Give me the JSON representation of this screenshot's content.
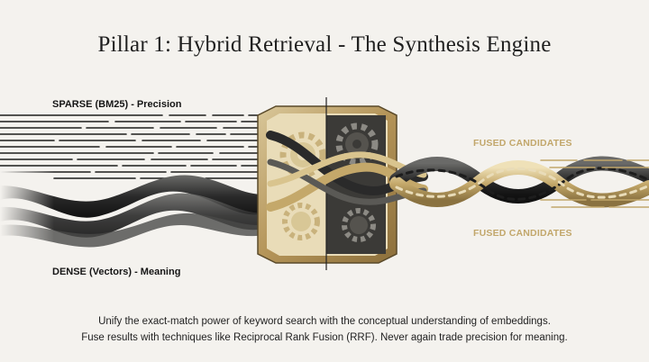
{
  "title": "Pillar 1: Hybrid Retrieval - The Synthesis Engine",
  "labels": {
    "sparse": "SPARSE (BM25) - Precision",
    "dense": "DENSE (Vectors) - Meaning",
    "fused_top": "FUSED CANDIDATES",
    "fused_bottom": "FUSED CANDIDATES"
  },
  "caption": {
    "line1": "Unify the exact-match power of keyword search with the conceptual understanding of embeddings.",
    "line2": "Fuse results with techniques like Reciprocal Rank Fusion (RRF). Never again trade precision for meaning."
  },
  "colors": {
    "background": "#f4f2ee",
    "gold": "#c2a76b",
    "dark": "#2b2b2b",
    "text": "#1f1f1f"
  },
  "icons": [
    "gear-icon"
  ]
}
